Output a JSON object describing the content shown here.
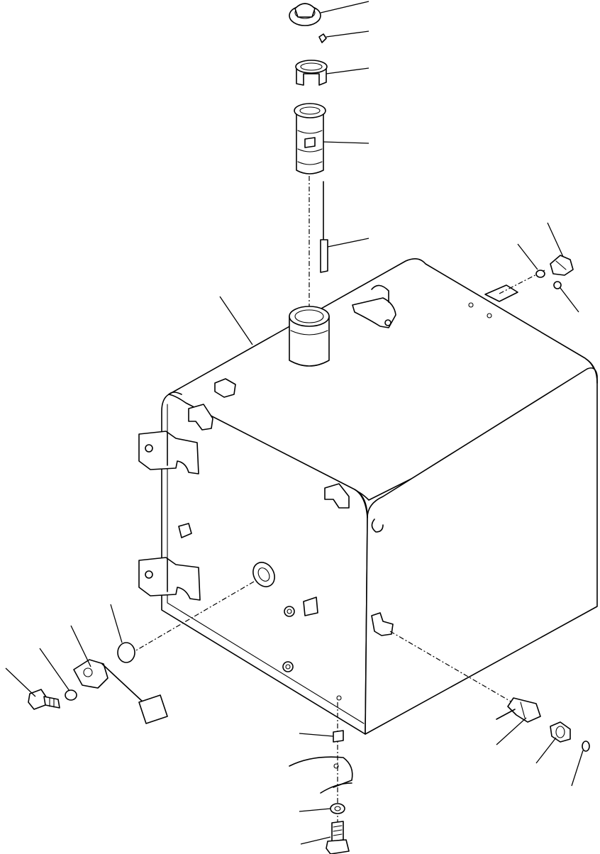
{
  "figure": {
    "kind": "exploded parts drawing (line art, no printed text)",
    "colors": {
      "line": "#000000",
      "background": "#ffffff"
    },
    "parts": [
      {
        "id": "filler-cap",
        "name": "cap-icon"
      },
      {
        "id": "cap-pin",
        "name": "pin-icon"
      },
      {
        "id": "filler-ring",
        "name": "ring-icon"
      },
      {
        "id": "strainer",
        "name": "strainer-icon"
      },
      {
        "id": "dipstick",
        "name": "dipstick-icon"
      },
      {
        "id": "tank",
        "name": "tank-icon"
      },
      {
        "id": "filler-neck",
        "name": "filler-neck-icon"
      },
      {
        "id": "gauge-unit",
        "name": "gauge-unit-icon"
      },
      {
        "id": "drain-valve",
        "name": "drain-valve-icon"
      },
      {
        "id": "drain-plug",
        "name": "drain-plug-icon"
      },
      {
        "id": "breather",
        "name": "breather-icon"
      },
      {
        "id": "bolt",
        "name": "bolt-icon"
      },
      {
        "id": "washer",
        "name": "washer-icon"
      }
    ]
  }
}
